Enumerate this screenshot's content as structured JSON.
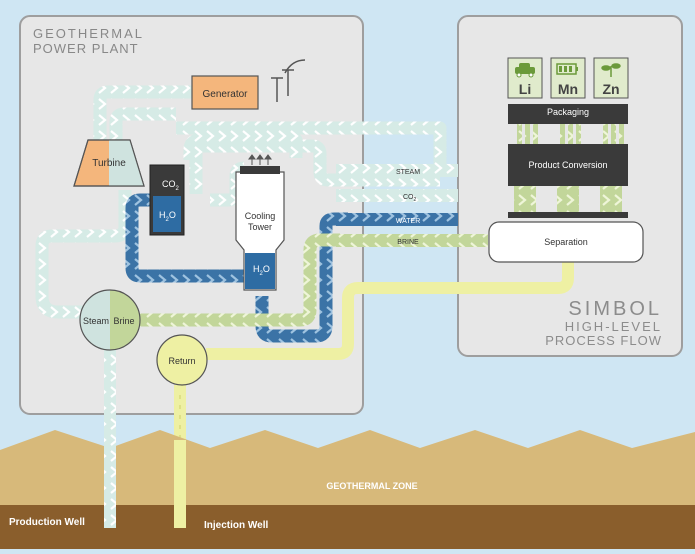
{
  "plant": {
    "title_line1": "GEOTHERMAL",
    "title_line2": "POWER PLANT"
  },
  "simbol": {
    "title_line1": "SIMBOL",
    "title_line2": "HIGH-LEVEL",
    "title_line3": "PROCESS FLOW"
  },
  "components": {
    "generator": "Generator",
    "turbine": "Turbine",
    "co2": "CO",
    "co2_sub": "2",
    "h2o": "H",
    "h2o_sub": "2",
    "h2o_tail": "O",
    "cooling_tower_line1": "Cooling",
    "cooling_tower_line2": "Tower",
    "tower_h2o": "H",
    "tower_h2o_sub": "2",
    "tower_h2o_tail": "O",
    "steam": "Steam",
    "brine": "Brine",
    "return": "Return",
    "packaging": "Packaging",
    "product_conversion": "Product Conversion",
    "separation": "Separation"
  },
  "products": [
    "Li",
    "Mn",
    "Zn"
  ],
  "product_icons": [
    "car-icon",
    "battery-icon",
    "plant-icon"
  ],
  "streams": {
    "steam": "STEAM",
    "co2": "CO",
    "co2_sub": "2",
    "water": "WATER",
    "brine": "BRINE"
  },
  "ground": {
    "zone": "GEOTHERMAL ZONE",
    "production_well": "Production Well",
    "injection_well": "Injection Well"
  },
  "colors": {
    "sky": "#cfe6f3",
    "panel": "#e7e7e7",
    "panel_border": "#9e9e9e",
    "steam_pipe": "#d6ebe6",
    "water_pipe": "#3b73a6",
    "brine_pipe": "#c2d69a",
    "return_pipe": "#eef0a3",
    "generator": "#f4b67c",
    "dark": "#3a3a3a",
    "mountains": "#d7b97a",
    "soil": "#8a5e2c"
  }
}
